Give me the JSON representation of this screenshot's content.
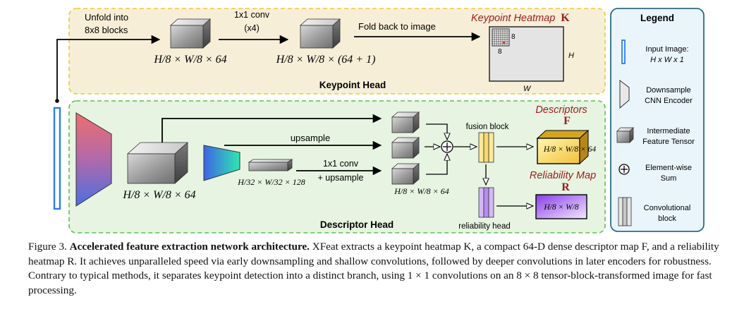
{
  "diagram": {
    "keypoint_head": {
      "title": "Keypoint Head",
      "unfold_label_1": "Unfold into",
      "unfold_label_2": "8x8 blocks",
      "conv_label_1": "1x1 conv",
      "conv_label_2": "(x4)",
      "fold_label": "Fold back to image",
      "tensor1_dim": "H/8 × W/8 × 64",
      "tensor2_dim": "H/8 × W/8 × (64 + 1)",
      "heatmap_title": "Keypoint Heatmap",
      "heatmap_symbol": "K",
      "block_size_a": "8",
      "block_size_b": "8",
      "height_label": "H",
      "width_label": "W"
    },
    "descriptor_head": {
      "title": "Descriptor Head",
      "encoder_out_dim": "H/8 × W/8 × 64",
      "upsample_label": "upsample",
      "small_tensor_dim": "H/32 × W/32 × 128",
      "conv_up_label_1": "1x1 conv",
      "conv_up_label_2": "+ upsample",
      "stack_dim": "H/8 × W/8 × 64",
      "fusion_label": "fusion block",
      "reliability_head_label": "reliability head",
      "descriptors_title": "Descriptors",
      "descriptors_symbol": "F",
      "descriptors_dim": "H/8 × W/8 × 64",
      "reliability_title": "Reliability Map",
      "reliability_symbol": "R",
      "reliability_dim": "H/8 × W/8"
    },
    "legend": {
      "title": "Legend",
      "items": [
        {
          "label_1": "Input Image:",
          "label_2": "H x W x 1",
          "icon": "input-image-icon"
        },
        {
          "label_1": "Downsample",
          "label_2": "CNN Encoder",
          "icon": "encoder-icon"
        },
        {
          "label_1": "Intermediate",
          "label_2": "Feature Tensor",
          "icon": "tensor-icon"
        },
        {
          "label_1": "Element-wise",
          "label_2": "Sum",
          "icon": "sum-icon"
        },
        {
          "label_1": "Convolutional",
          "label_2": "block",
          "icon": "conv-block-icon"
        }
      ]
    },
    "colors": {
      "keypoint_box_fill": "#f7eed7",
      "keypoint_box_stroke": "#f0c83a",
      "descriptor_box_fill": "#e6f4e1",
      "descriptor_box_stroke": "#5cc24f",
      "legend_fill": "#e9f5fb",
      "legend_stroke": "#2e6b85",
      "red_title": "#9b1c1c",
      "input_blue": "#2b7de9"
    }
  },
  "caption": {
    "figure_label": "Figure 3.",
    "bold_title": "Accelerated feature extraction network architecture.",
    "text": "XFeat extracts a keypoint heatmap K, a compact 64-D dense descriptor map F, and a reliability heatmap R. It achieves unparalleled speed via early downsampling and shallow convolutions, followed by deeper convolutions in later encoders for robustness. Contrary to typical methods, it separates keypoint detection into a distinct branch, using 1 × 1 convolutions on an 8 × 8 tensor-block-transformed image for fast processing."
  }
}
